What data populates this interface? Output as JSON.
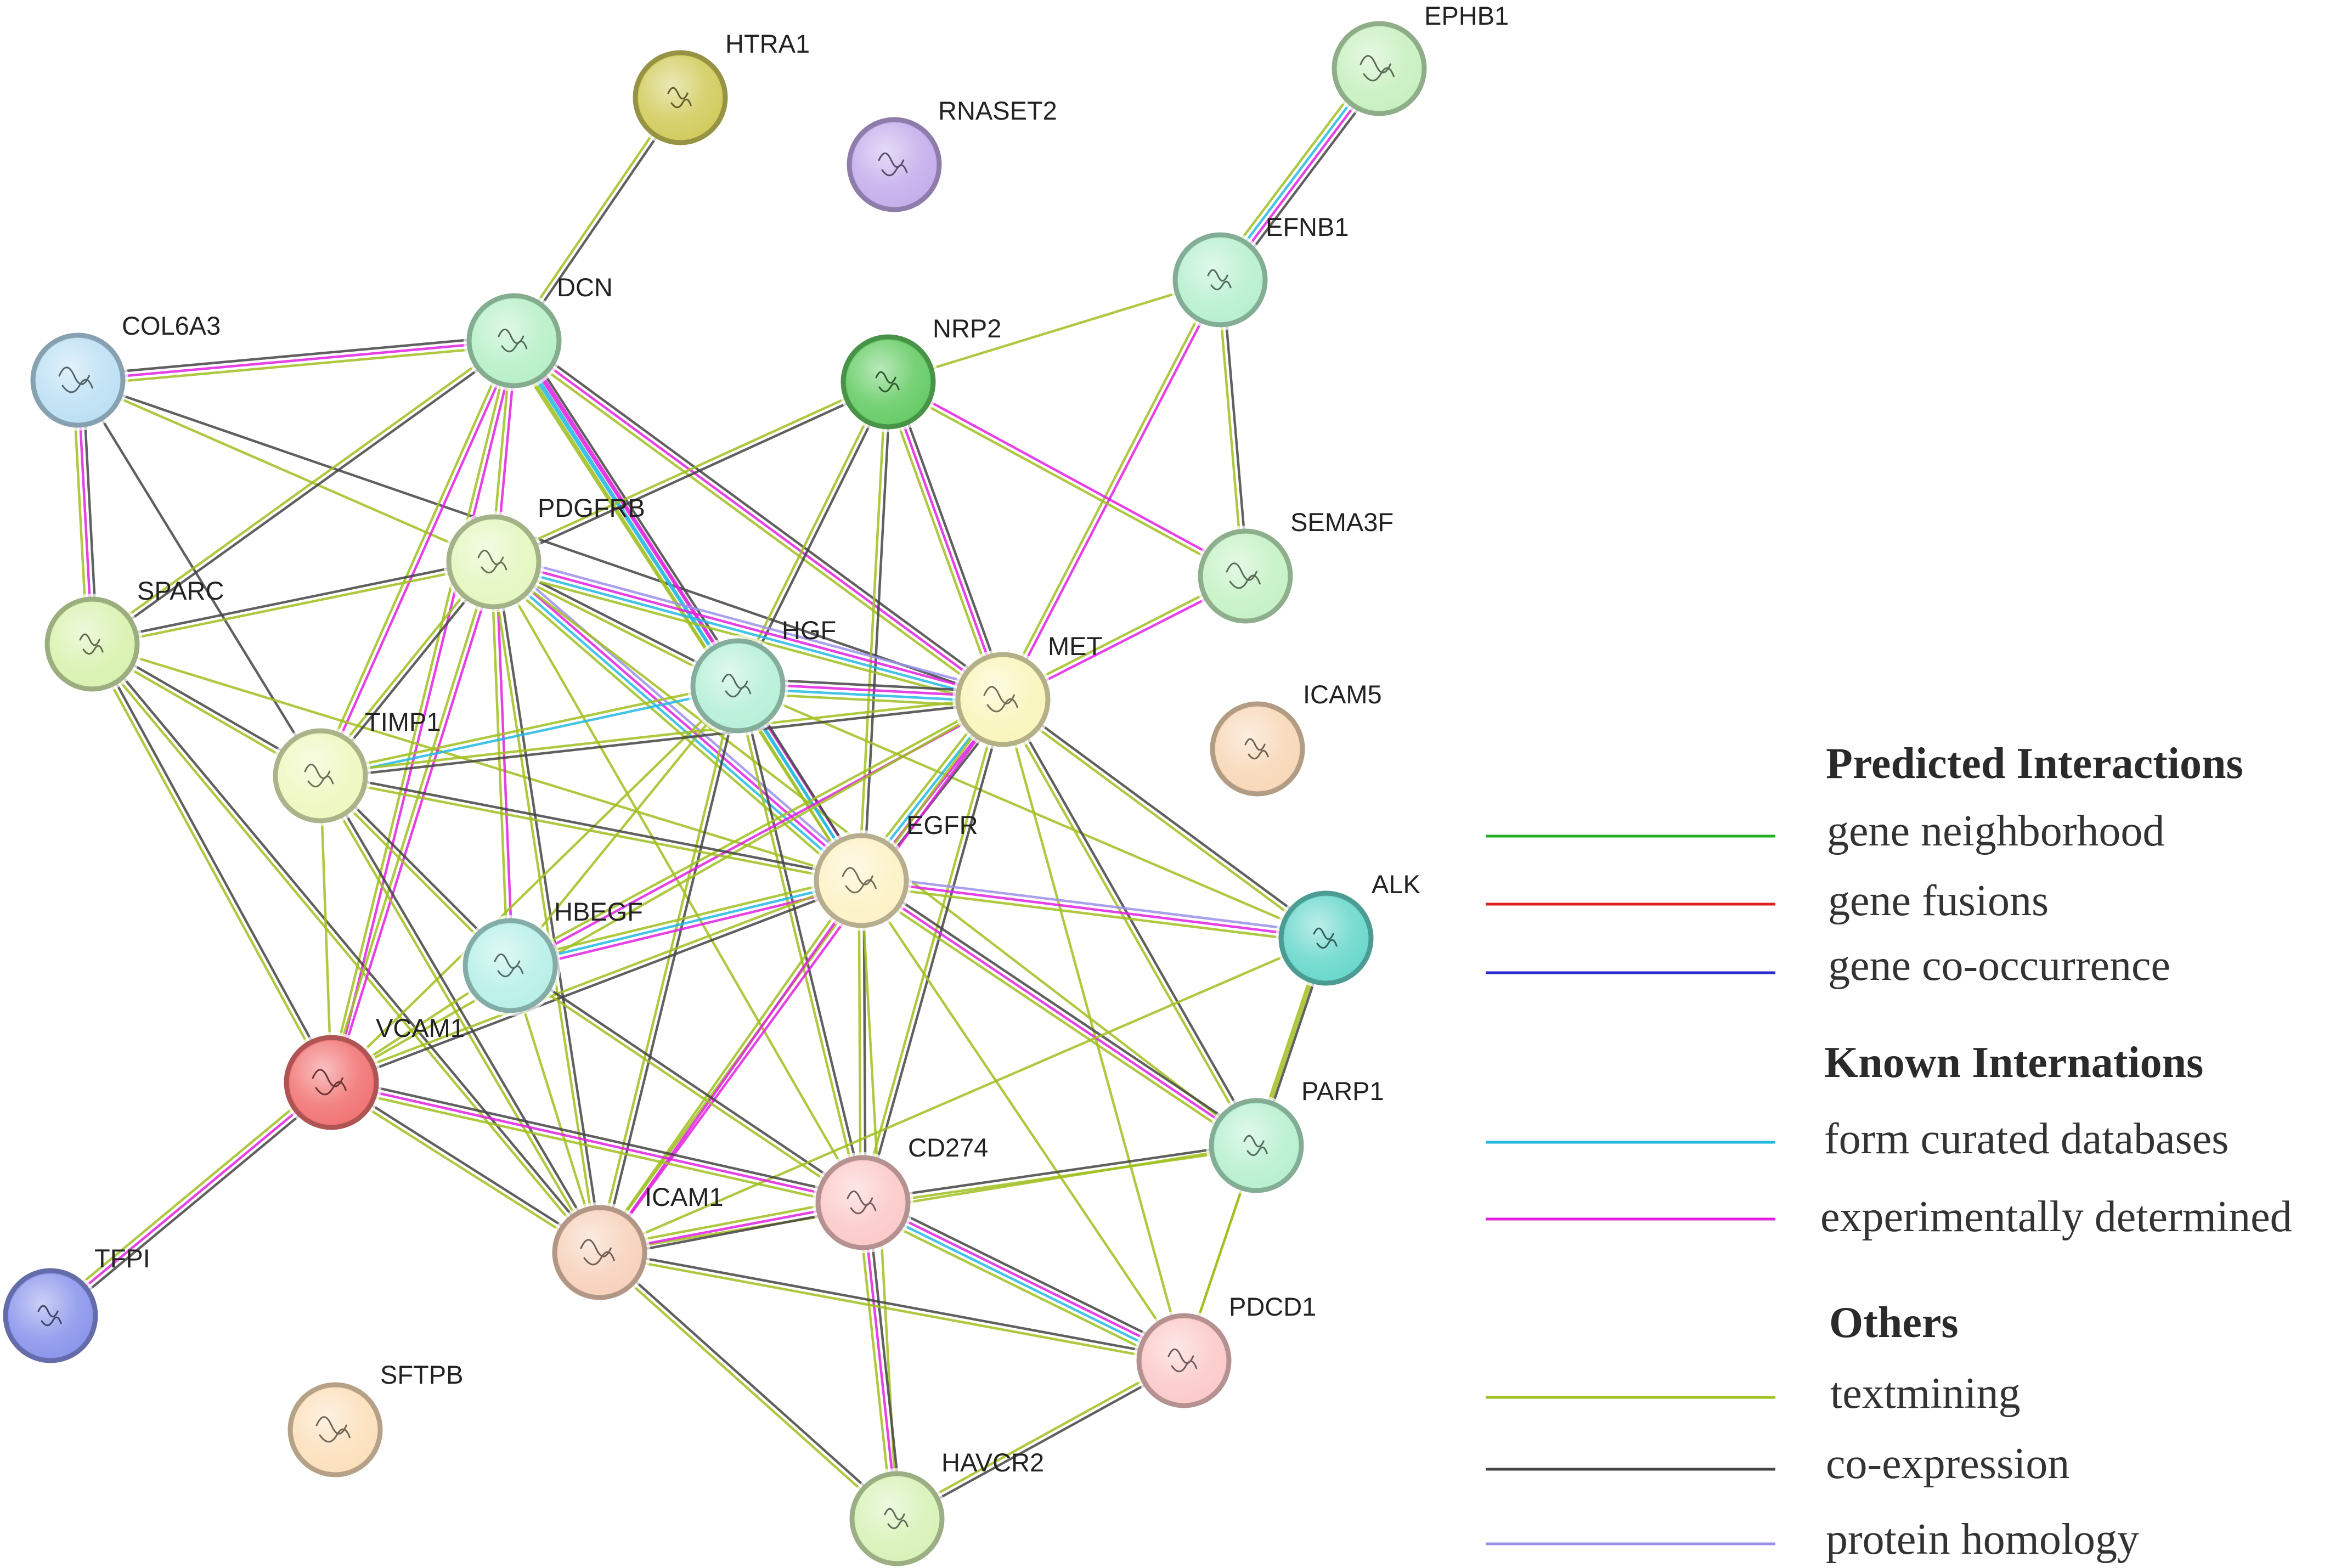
{
  "network": {
    "nodes": [
      {
        "id": "HTRA1",
        "label": "HTRA1",
        "color": "#d2cc5e"
      },
      {
        "id": "RNASET2",
        "label": "RNASET2",
        "color": "#c5aeec"
      },
      {
        "id": "EPHB1",
        "label": "EPHB1",
        "color": "#c8f0c0"
      },
      {
        "id": "EFNB1",
        "label": "EFNB1",
        "color": "#b8f0d0"
      },
      {
        "id": "DCN",
        "label": "DCN",
        "color": "#b8f0c8"
      },
      {
        "id": "COL6A3",
        "label": "COL6A3",
        "color": "#bde0f4"
      },
      {
        "id": "NRP2",
        "label": "NRP2",
        "color": "#66cc66"
      },
      {
        "id": "PDGFRB",
        "label": "PDGFRB",
        "color": "#e4f7c0"
      },
      {
        "id": "SEMA3F",
        "label": "SEMA3F",
        "color": "#c5f2c5"
      },
      {
        "id": "SPARC",
        "label": "SPARC",
        "color": "#d9f2b0"
      },
      {
        "id": "HGF",
        "label": "HGF",
        "color": "#b8f0d8"
      },
      {
        "id": "MET",
        "label": "MET",
        "color": "#faf5bc"
      },
      {
        "id": "ICAM5",
        "label": "ICAM5",
        "color": "#f8d8b8"
      },
      {
        "id": "TIMP1",
        "label": "TIMP1",
        "color": "#eef8c0"
      },
      {
        "id": "EGFR",
        "label": "EGFR",
        "color": "#fdf2c6"
      },
      {
        "id": "ALK",
        "label": "ALK",
        "color": "#6ad8cc"
      },
      {
        "id": "HBEGF",
        "label": "HBEGF",
        "color": "#b8f0e8"
      },
      {
        "id": "VCAM1",
        "label": "VCAM1",
        "color": "#f27474"
      },
      {
        "id": "PARP1",
        "label": "PARP1",
        "color": "#b8f0d0"
      },
      {
        "id": "CD274",
        "label": "CD274",
        "color": "#fccaca"
      },
      {
        "id": "ICAM1",
        "label": "ICAM1",
        "color": "#f7d2bc"
      },
      {
        "id": "TFPI",
        "label": "TFPI",
        "color": "#8c96ec"
      },
      {
        "id": "PDCD1",
        "label": "PDCD1",
        "color": "#fccaca"
      },
      {
        "id": "SFTPB",
        "label": "SFTPB",
        "color": "#fce0bc"
      },
      {
        "id": "HAVCR2",
        "label": "HAVCR2",
        "color": "#d8f2b8"
      }
    ],
    "edges": [
      {
        "from": "HTRA1",
        "to": "DCN",
        "types": [
          "coexpression",
          "textmining"
        ]
      },
      {
        "from": "EPHB1",
        "to": "EFNB1",
        "types": [
          "coexpression",
          "experiments",
          "databases",
          "textmining"
        ]
      },
      {
        "from": "EFNB1",
        "to": "NRP2",
        "types": [
          "textmining"
        ]
      },
      {
        "from": "EFNB1",
        "to": "SEMA3F",
        "types": [
          "coexpression",
          "textmining"
        ]
      },
      {
        "from": "EFNB1",
        "to": "MET",
        "types": [
          "experiments",
          "textmining"
        ]
      },
      {
        "from": "COL6A3",
        "to": "DCN",
        "types": [
          "coexpression",
          "experiments",
          "textmining"
        ]
      },
      {
        "from": "COL6A3",
        "to": "SPARC",
        "types": [
          "coexpression",
          "experiments",
          "textmining"
        ]
      },
      {
        "from": "COL6A3",
        "to": "PDGFRB",
        "types": [
          "textmining"
        ]
      },
      {
        "from": "COL6A3",
        "to": "TIMP1",
        "types": [
          "coexpression"
        ]
      },
      {
        "from": "COL6A3",
        "to": "MET",
        "types": [
          "coexpression"
        ]
      },
      {
        "from": "DCN",
        "to": "SPARC",
        "types": [
          "coexpression",
          "textmining"
        ]
      },
      {
        "from": "DCN",
        "to": "PDGFRB",
        "types": [
          "experiments",
          "textmining"
        ]
      },
      {
        "from": "DCN",
        "to": "HGF",
        "types": [
          "coexpression",
          "experiments",
          "databases",
          "textmining"
        ]
      },
      {
        "from": "DCN",
        "to": "MET",
        "types": [
          "coexpression",
          "experiments",
          "textmining"
        ]
      },
      {
        "from": "DCN",
        "to": "TIMP1",
        "types": [
          "experiments",
          "textmining"
        ]
      },
      {
        "from": "DCN",
        "to": "EGFR",
        "types": [
          "experiments",
          "databases",
          "textmining"
        ]
      },
      {
        "from": "DCN",
        "to": "VCAM1",
        "types": [
          "experiments",
          "textmining"
        ]
      },
      {
        "from": "NRP2",
        "to": "PDGFRB",
        "types": [
          "coexpression",
          "textmining"
        ]
      },
      {
        "from": "NRP2",
        "to": "HGF",
        "types": [
          "coexpression",
          "textmining"
        ]
      },
      {
        "from": "NRP2",
        "to": "MET",
        "types": [
          "coexpression",
          "experiments",
          "textmining"
        ]
      },
      {
        "from": "NRP2",
        "to": "SEMA3F",
        "types": [
          "experiments",
          "textmining"
        ]
      },
      {
        "from": "NRP2",
        "to": "EGFR",
        "types": [
          "coexpression",
          "textmining"
        ]
      },
      {
        "from": "SEMA3F",
        "to": "MET",
        "types": [
          "experiments",
          "textmining"
        ]
      },
      {
        "from": "SPARC",
        "to": "PDGFRB",
        "types": [
          "coexpression",
          "textmining"
        ]
      },
      {
        "from": "SPARC",
        "to": "TIMP1",
        "types": [
          "coexpression",
          "textmining"
        ]
      },
      {
        "from": "SPARC",
        "to": "EGFR",
        "types": [
          "textmining"
        ]
      },
      {
        "from": "SPARC",
        "to": "VCAM1",
        "types": [
          "coexpression",
          "textmining"
        ]
      },
      {
        "from": "SPARC",
        "to": "ICAM1",
        "types": [
          "coexpression",
          "textmining"
        ]
      },
      {
        "from": "PDGFRB",
        "to": "HGF",
        "types": [
          "coexpression",
          "textmining"
        ]
      },
      {
        "from": "PDGFRB",
        "to": "MET",
        "types": [
          "homology",
          "experiments",
          "databases",
          "textmining"
        ]
      },
      {
        "from": "PDGFRB",
        "to": "EGFR",
        "types": [
          "homology",
          "experiments",
          "databases",
          "textmining"
        ]
      },
      {
        "from": "PDGFRB",
        "to": "TIMP1",
        "types": [
          "coexpression",
          "textmining"
        ]
      },
      {
        "from": "PDGFRB",
        "to": "HBEGF",
        "types": [
          "experiments",
          "textmining"
        ]
      },
      {
        "from": "PDGFRB",
        "to": "VCAM1",
        "types": [
          "experiments",
          "textmining"
        ]
      },
      {
        "from": "PDGFRB",
        "to": "ICAM1",
        "types": [
          "coexpression",
          "textmining"
        ]
      },
      {
        "from": "PDGFRB",
        "to": "CD274",
        "types": [
          "textmining"
        ]
      },
      {
        "from": "PDGFRB",
        "to": "PARP1",
        "types": [
          "textmining"
        ]
      },
      {
        "from": "HGF",
        "to": "MET",
        "types": [
          "coexpression",
          "experiments",
          "databases",
          "textmining"
        ]
      },
      {
        "from": "HGF",
        "to": "EGFR",
        "types": [
          "coexpression",
          "databases",
          "textmining"
        ]
      },
      {
        "from": "HGF",
        "to": "TIMP1",
        "types": [
          "databases",
          "textmining"
        ]
      },
      {
        "from": "HGF",
        "to": "HBEGF",
        "types": [
          "textmining"
        ]
      },
      {
        "from": "HGF",
        "to": "VCAM1",
        "types": [
          "textmining"
        ]
      },
      {
        "from": "HGF",
        "to": "ICAM1",
        "types": [
          "coexpression",
          "textmining"
        ]
      },
      {
        "from": "HGF",
        "to": "CD274",
        "types": [
          "coexpression",
          "textmining"
        ]
      },
      {
        "from": "HGF",
        "to": "ALK",
        "types": [
          "textmining"
        ]
      },
      {
        "from": "MET",
        "to": "EGFR",
        "types": [
          "coexpression",
          "experiments",
          "databases",
          "textmining"
        ]
      },
      {
        "from": "MET",
        "to": "TIMP1",
        "types": [
          "coexpression",
          "textmining"
        ]
      },
      {
        "from": "MET",
        "to": "HBEGF",
        "types": [
          "experiments",
          "textmining"
        ]
      },
      {
        "from": "MET",
        "to": "VCAM1",
        "types": [
          "textmining"
        ]
      },
      {
        "from": "MET",
        "to": "ICAM1",
        "types": [
          "experiments",
          "textmining"
        ]
      },
      {
        "from": "MET",
        "to": "CD274",
        "types": [
          "coexpression",
          "textmining"
        ]
      },
      {
        "from": "MET",
        "to": "ALK",
        "types": [
          "coexpression",
          "textmining"
        ]
      },
      {
        "from": "MET",
        "to": "PARP1",
        "types": [
          "coexpression",
          "textmining"
        ]
      },
      {
        "from": "MET",
        "to": "PDCD1",
        "types": [
          "textmining"
        ]
      },
      {
        "from": "TIMP1",
        "to": "EGFR",
        "types": [
          "coexpression",
          "textmining"
        ]
      },
      {
        "from": "TIMP1",
        "to": "VCAM1",
        "types": [
          "textmining"
        ]
      },
      {
        "from": "TIMP1",
        "to": "ICAM1",
        "types": [
          "coexpression",
          "textmining"
        ]
      },
      {
        "from": "TIMP1",
        "to": "HBEGF",
        "types": [
          "coexpression",
          "textmining"
        ]
      },
      {
        "from": "EGFR",
        "to": "HBEGF",
        "types": [
          "experiments",
          "databases",
          "textmining"
        ]
      },
      {
        "from": "EGFR",
        "to": "ALK",
        "types": [
          "homology",
          "experiments",
          "textmining"
        ]
      },
      {
        "from": "EGFR",
        "to": "VCAM1",
        "types": [
          "coexpression",
          "textmining"
        ]
      },
      {
        "from": "EGFR",
        "to": "ICAM1",
        "types": [
          "experiments",
          "textmining"
        ]
      },
      {
        "from": "EGFR",
        "to": "CD274",
        "types": [
          "coexpression",
          "textmining"
        ]
      },
      {
        "from": "EGFR",
        "to": "PARP1",
        "types": [
          "coexpression",
          "experiments",
          "textmining"
        ]
      },
      {
        "from": "EGFR",
        "to": "PDCD1",
        "types": [
          "textmining"
        ]
      },
      {
        "from": "EGFR",
        "to": "HAVCR2",
        "types": [
          "textmining"
        ]
      },
      {
        "from": "HBEGF",
        "to": "VCAM1",
        "types": [
          "textmining"
        ]
      },
      {
        "from": "HBEGF",
        "to": "ICAM1",
        "types": [
          "textmining"
        ]
      },
      {
        "from": "HBEGF",
        "to": "CD274",
        "types": [
          "coexpression",
          "textmining"
        ]
      },
      {
        "from": "ALK",
        "to": "PARP1",
        "types": [
          "coexpression",
          "textmining"
        ]
      },
      {
        "from": "ALK",
        "to": "ICAM1",
        "types": [
          "textmining"
        ]
      },
      {
        "from": "ALK",
        "to": "PDCD1",
        "types": [
          "textmining"
        ]
      },
      {
        "from": "VCAM1",
        "to": "TFPI",
        "types": [
          "coexpression",
          "experiments",
          "textmining"
        ]
      },
      {
        "from": "VCAM1",
        "to": "ICAM1",
        "types": [
          "coexpression",
          "textmining"
        ]
      },
      {
        "from": "VCAM1",
        "to": "CD274",
        "types": [
          "coexpression",
          "experiments",
          "textmining"
        ]
      },
      {
        "from": "PARP1",
        "to": "CD274",
        "types": [
          "textmining",
          "coexpression"
        ]
      },
      {
        "from": "PARP1",
        "to": "ICAM1",
        "types": [
          "textmining"
        ]
      },
      {
        "from": "PARP1",
        "to": "PDCD1",
        "types": [
          "textmining"
        ]
      },
      {
        "from": "CD274",
        "to": "ICAM1",
        "types": [
          "coexpression",
          "experiments",
          "textmining"
        ]
      },
      {
        "from": "CD274",
        "to": "PDCD1",
        "types": [
          "coexpression",
          "experiments",
          "databases",
          "textmining"
        ]
      },
      {
        "from": "CD274",
        "to": "HAVCR2",
        "types": [
          "coexpression",
          "experiments",
          "textmining"
        ]
      },
      {
        "from": "ICAM1",
        "to": "PDCD1",
        "types": [
          "coexpression",
          "textmining"
        ]
      },
      {
        "from": "ICAM1",
        "to": "HAVCR2",
        "types": [
          "coexpression",
          "textmining"
        ]
      },
      {
        "from": "PDCD1",
        "to": "HAVCR2",
        "types": [
          "coexpression",
          "textmining"
        ]
      }
    ]
  },
  "edge_colors": {
    "neighborhood": "#22b022",
    "fusion": "#e02020",
    "cooccurrence": "#2a2ad0",
    "databases": "#22b8e0",
    "experiments": "#e020e0",
    "textmining": "#a0c020",
    "coexpression": "#444444",
    "homology": "#9a90e8"
  },
  "legend": {
    "sections": [
      {
        "title": "Predicted Interactions",
        "items": [
          {
            "label": "gene neighborhood",
            "color": "#22b022"
          },
          {
            "label": "gene fusions",
            "color": "#e02020"
          },
          {
            "label": "gene co-occurrence",
            "color": "#2a2ad0"
          }
        ]
      },
      {
        "title": "Known Internations",
        "items": [
          {
            "label": "form curated databases",
            "color": "#22b8e0"
          },
          {
            "label": "experimentally determined",
            "color": "#e020e0"
          }
        ]
      },
      {
        "title": "Others",
        "items": [
          {
            "label": "textmining",
            "color": "#a0c020"
          },
          {
            "label": "co-expression",
            "color": "#444444"
          },
          {
            "label": "protein homology",
            "color": "#9a90e8"
          }
        ]
      }
    ]
  }
}
